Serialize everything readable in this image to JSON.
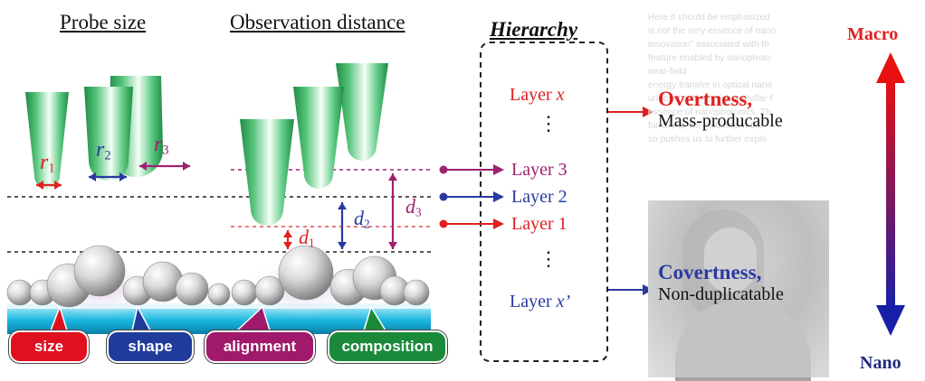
{
  "headers": {
    "probe_size": "Probe size",
    "observation_distance": "Observation distance",
    "hierarchy": "Hierarchy"
  },
  "probe_radii": [
    {
      "letter": "r",
      "sub": "1",
      "color": "#e02020"
    },
    {
      "letter": "r",
      "sub": "2",
      "color": "#2a3aa0"
    },
    {
      "letter": "r",
      "sub": "3",
      "color": "#a02070"
    }
  ],
  "distances": [
    {
      "letter": "d",
      "sub": "1",
      "color": "#e02020"
    },
    {
      "letter": "d",
      "sub": "2",
      "color": "#2a3aa0"
    },
    {
      "letter": "d",
      "sub": "3",
      "color": "#a02070"
    }
  ],
  "layers": {
    "top": {
      "text": "Layer ",
      "var": "x"
    },
    "l3": "Layer 3",
    "l2": "Layer 2",
    "l1": "Layer 1",
    "bottom": {
      "text": "Layer ",
      "var": "x’"
    },
    "dots": "⋮"
  },
  "properties": {
    "overtness": "Overtness,",
    "mass": "Mass-producable",
    "covertness": "Covertness,",
    "nondup": "Non-duplicatable"
  },
  "scale": {
    "macro": "Macro",
    "nano": "Nano"
  },
  "badges": [
    {
      "label": "size",
      "color": "#e0101e"
    },
    {
      "label": "shape",
      "color": "#1f3c9c"
    },
    {
      "label": "alignment",
      "color": "#a0196a"
    },
    {
      "label": "composition",
      "color": "#1a8a3a"
    }
  ],
  "faded_text": [
    "Here it should be emphasized",
    "is not the very essence of nano",
    "innovation\" associated with th",
    "feature enabled by nanophoto",
    "                    near-field",
    "energy transfer in optical nano",
    "unobservable by (strongly/far-f",
    "essence of nanophotonics. Th",
    "functions, for instance in the",
    "so pushes us to further explo"
  ],
  "colors": {
    "red": "#e02020",
    "blue": "#2a3aa0",
    "purple": "#a02070",
    "green_tip": "#2fae5a",
    "substrate": "#19b6e0"
  }
}
